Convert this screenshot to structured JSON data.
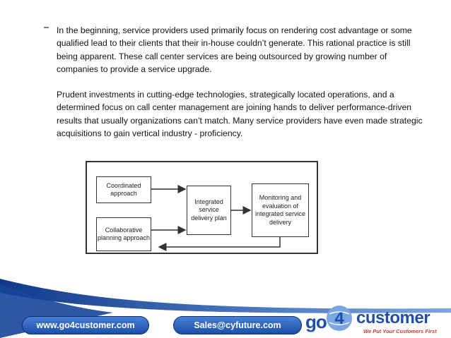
{
  "paragraphs": [
    "In the beginning, service providers used primarily focus on rendering cost advantage or some qualified lead to their clients that their in-house couldn’t generate. This rational practice is still being apparent. These call center services are being outsourced by growing number of companies to provide a service upgrade.",
    "Prudent investments in cutting-edge technologies, strategically located operations, and a determined focus on call center management are joining hands to deliver performance-driven results that usually organizations can’t match. Many service providers have even made strategic acquisitions to gain vertical industry - proficiency."
  ],
  "diagram": {
    "coordinated": "Coordinated approach",
    "collaborative": "Collaborative planning approach",
    "integrated": "Integrated service delivery plan",
    "monitoring": "Monitoring and evaluation of integrated service delivery"
  },
  "footer": {
    "website": "www.go4customer.com",
    "email": "Sales@cyfuture.com",
    "logo_go": "go",
    "logo_4": "4",
    "logo_customer": "customer",
    "logo_tagline": "We Put Your Customers First"
  },
  "colors": {
    "accent_blue": "#1d4fa8",
    "tagline_red": "#d23b2b"
  }
}
